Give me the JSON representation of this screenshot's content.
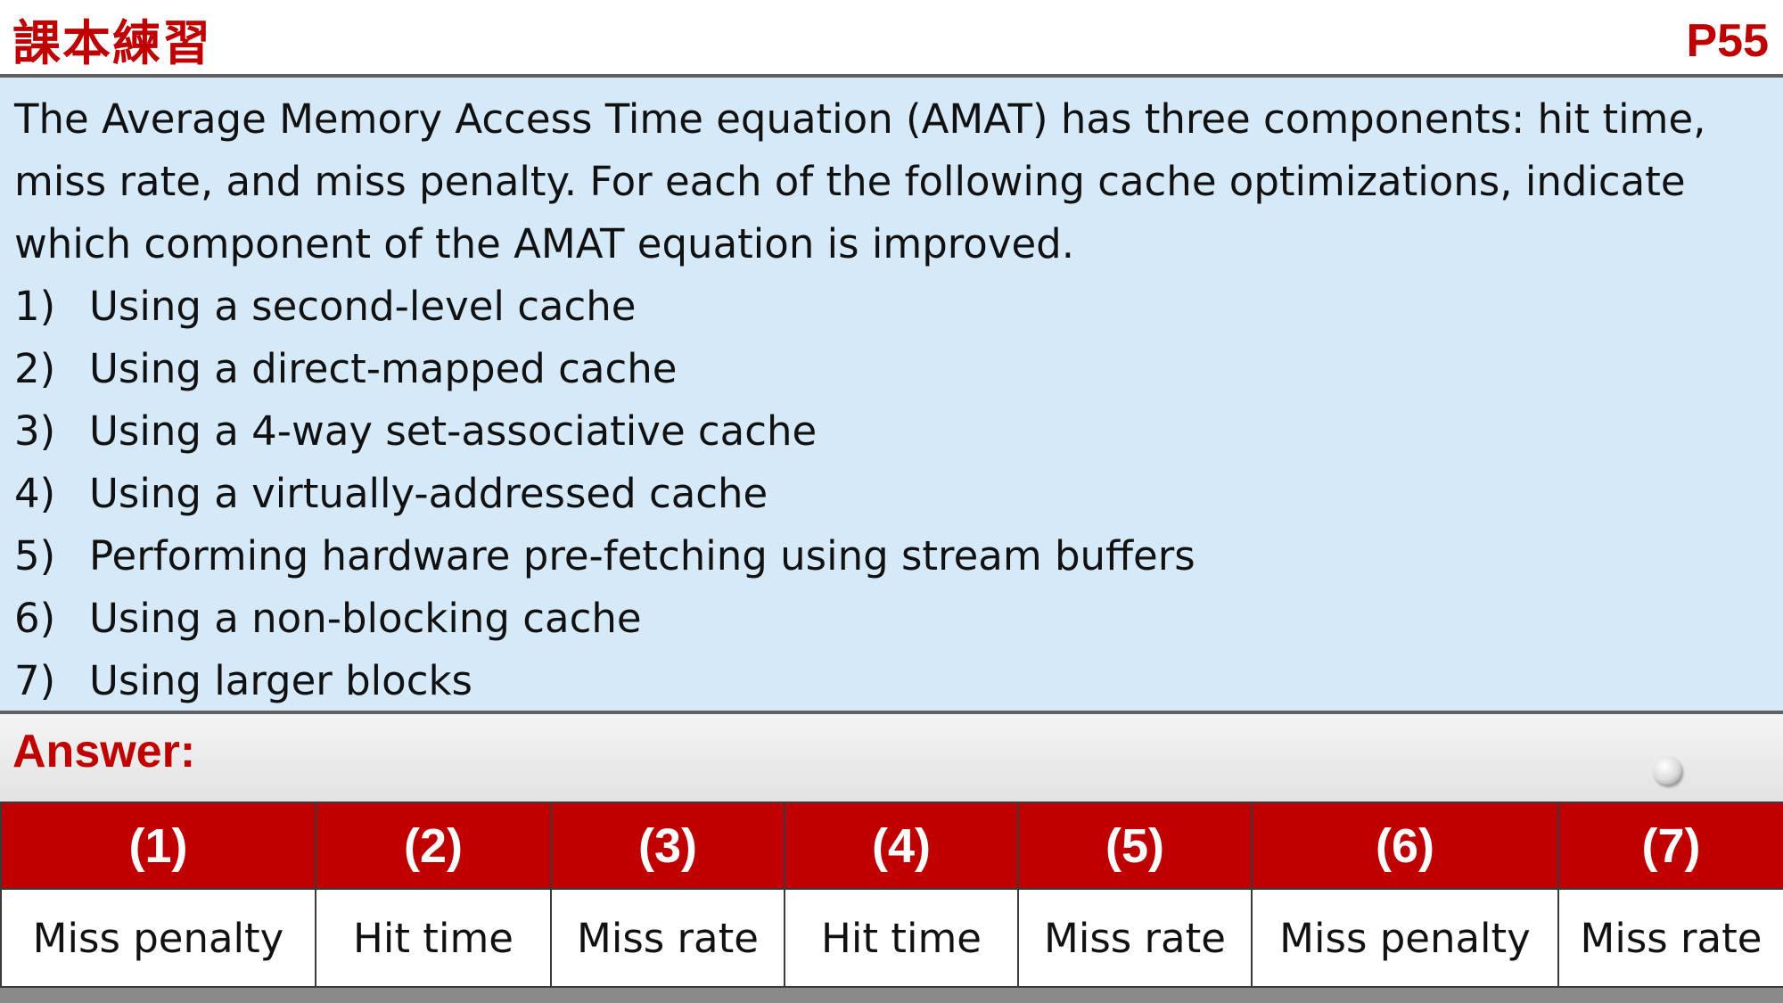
{
  "header": {
    "title": "課本練習",
    "page": "P55"
  },
  "question": {
    "text": "The Average Memory Access Time equation (AMAT) has three components: hit time, miss rate, and miss penalty. For each of the following cache optimizations, indicate which component of the AMAT equation is improved.",
    "items": [
      {
        "num": "1)",
        "text": "Using a second-level cache"
      },
      {
        "num": "2)",
        "text": "Using a direct-mapped cache"
      },
      {
        "num": "3)",
        "text": "Using a 4-way set-associative cache"
      },
      {
        "num": "4)",
        "text": "Using a virtually-addressed cache"
      },
      {
        "num": "5)",
        "text": "Performing hardware pre-fetching using stream buffers"
      },
      {
        "num": "6)",
        "text": "Using a non-blocking cache"
      },
      {
        "num": "7)",
        "text": "Using larger blocks"
      }
    ]
  },
  "answer": {
    "label": "Answer:",
    "headers": [
      "(1)",
      "(2)",
      "(3)",
      "(4)",
      "(5)",
      "(6)",
      "(7)"
    ],
    "values": [
      "Miss penalty",
      "Hit time",
      "Miss rate",
      "Hit time",
      "Miss rate",
      "Miss penalty",
      "Miss rate"
    ]
  },
  "colors": {
    "accent": "#c00000",
    "question_bg": "#d5e9f8",
    "rule": "#606060"
  }
}
